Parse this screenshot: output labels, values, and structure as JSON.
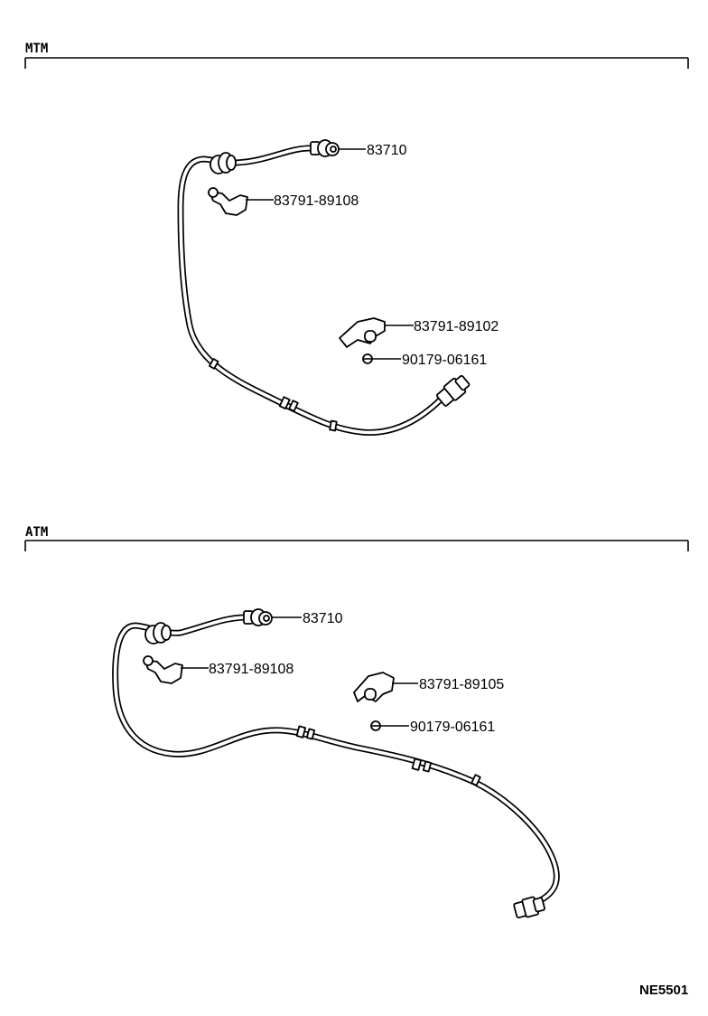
{
  "sections": {
    "mtm": {
      "title": "MTM",
      "parts": {
        "sensor": "83710",
        "clamp_a": "83791-89108",
        "clamp_b": "83791-89102",
        "bolt": "90179-06161"
      }
    },
    "atm": {
      "title": "ATM",
      "parts": {
        "sensor": "83710",
        "clamp_a": "83791-89108",
        "clamp_b": "83791-89105",
        "bolt": "90179-06161"
      }
    }
  },
  "figure_code": "NE5501"
}
